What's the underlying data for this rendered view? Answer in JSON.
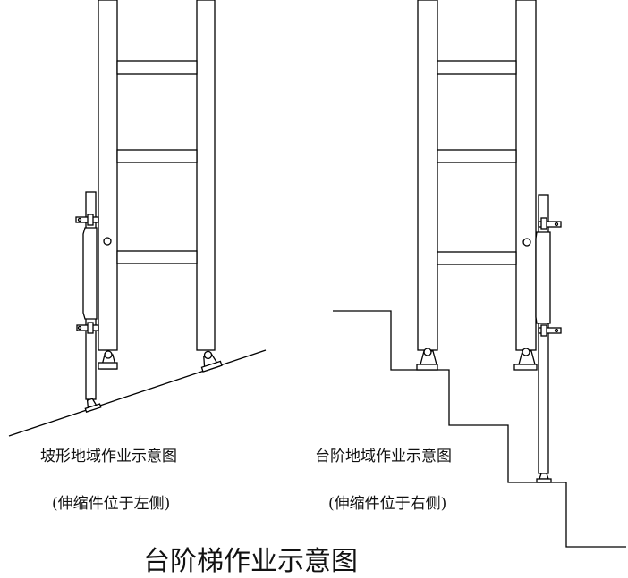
{
  "left_diagram": {
    "caption": "坡形地域作业示意图",
    "note": "(伸缩件位于左侧)"
  },
  "right_diagram": {
    "caption": "台阶地域作业示意图",
    "note": "(伸缩件位于右侧)"
  },
  "title": "台阶梯作业示意图",
  "colors": {
    "line": "#000000",
    "background": "#ffffff"
  }
}
